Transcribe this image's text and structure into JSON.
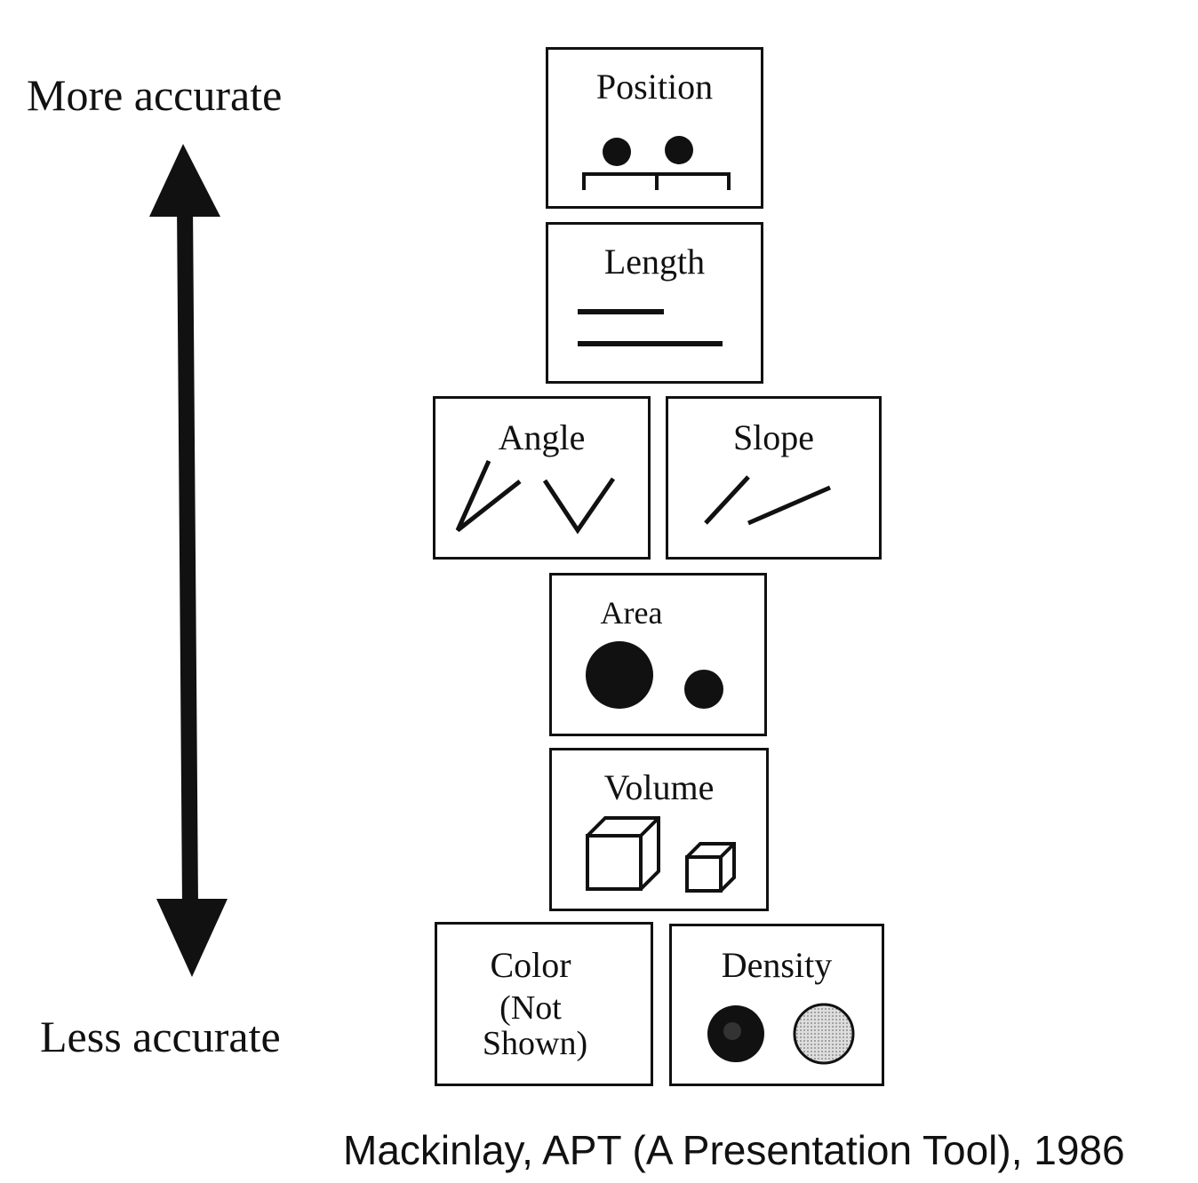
{
  "scale": {
    "top_label": "More accurate",
    "bottom_label": "Less accurate"
  },
  "channels": {
    "position": "Position",
    "length": "Length",
    "angle": "Angle",
    "slope": "Slope",
    "area": "Area",
    "volume": "Volume",
    "color": "Color",
    "color_note_line1": "(Not",
    "color_note_line2": "Shown)",
    "density": "Density"
  },
  "caption": "Mackinlay, APT (A Presentation Tool), 1986"
}
